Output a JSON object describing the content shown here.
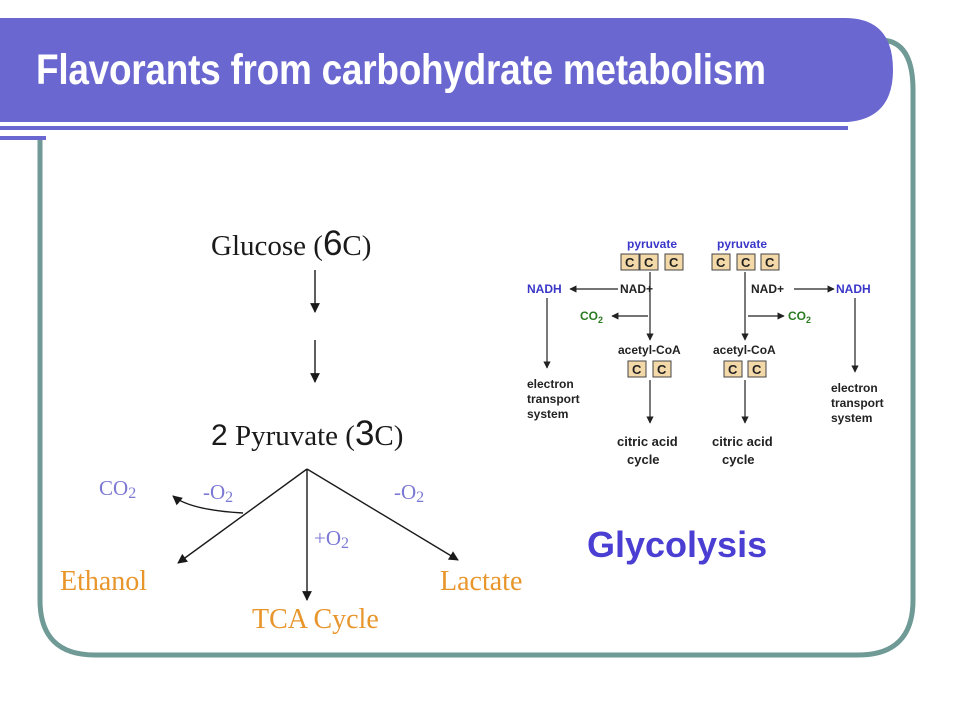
{
  "slide": {
    "title": "Flavorants from carbohydrate metabolism",
    "colors": {
      "header": "#6a68d0",
      "frame": "#6f9a96",
      "orange": "#e8962c",
      "lavender": "#7b79d4",
      "figure_blue": "#3a36c8"
    }
  },
  "pathway": {
    "glucose": {
      "pre": "Glucose (",
      "num": "6",
      "post": "C)"
    },
    "pyruvate": {
      "count": "2",
      "pre": " Pyruvate (",
      "num": "3",
      "post": "C)"
    },
    "co2": {
      "base": "CO",
      "sub": "2"
    },
    "left_condition": {
      "base": "-O",
      "sub": "2"
    },
    "middle_condition": {
      "base": "+O",
      "sub": "2"
    },
    "right_condition": {
      "base": "-O",
      "sub": "2"
    },
    "ethanol": "Ethanol",
    "tca": "TCA Cycle",
    "lactate": "Lactate"
  },
  "figure": {
    "caption": "Glycolysis",
    "left": {
      "pyruvate_label": "pyruvate",
      "carbons": [
        "C",
        "C",
        "C"
      ],
      "nadh": "NADH",
      "nad": "NAD+",
      "co2_base": "CO",
      "co2_sub": "2",
      "acetyl": "acetyl-CoA",
      "acetyl_carbons": [
        "C",
        "C"
      ],
      "ets": [
        "electron",
        "transport",
        "system"
      ],
      "cycle": [
        "citric acid",
        "cycle"
      ]
    },
    "right": {
      "pyruvate_label": "pyruvate",
      "carbons": [
        "C",
        "C",
        "C"
      ],
      "nadh": "NADH",
      "nad": "NAD+",
      "co2_base": "CO",
      "co2_sub": "2",
      "acetyl": "acetyl-CoA",
      "acetyl_carbons": [
        "C",
        "C"
      ],
      "ets": [
        "electron",
        "transport",
        "system"
      ],
      "cycle": [
        "citric acid",
        "cycle"
      ]
    }
  }
}
